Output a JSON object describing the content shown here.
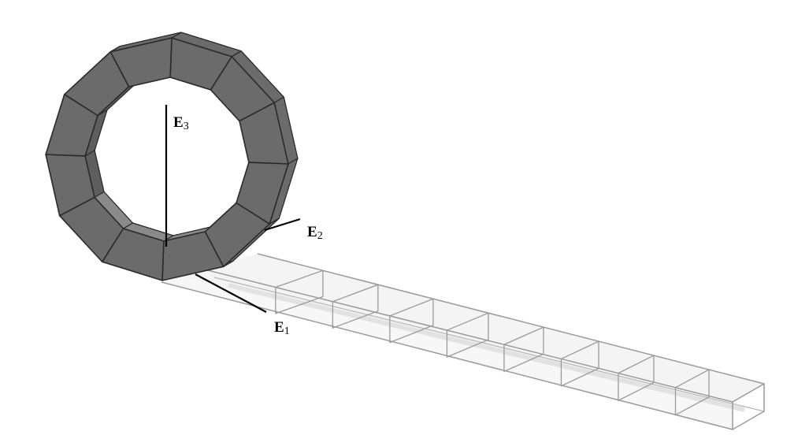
{
  "axes": {
    "e1": {
      "letter": "E",
      "sub": "1"
    },
    "e2": {
      "letter": "E",
      "sub": "2"
    },
    "e3": {
      "letter": "E",
      "sub": "3"
    }
  },
  "colors": {
    "ring_face": "#6b6b6b",
    "ring_face_dark": "#5e5e5e",
    "ring_edge": "#2a2a2a",
    "ring_highlight": "#8a8a8a",
    "beam_edge": "#9a9a9a",
    "beam_fill": "#ebebeb",
    "axis_line": "#000000"
  },
  "beam": {
    "segment_count": 9
  },
  "ring": {
    "segment_count": 12
  }
}
